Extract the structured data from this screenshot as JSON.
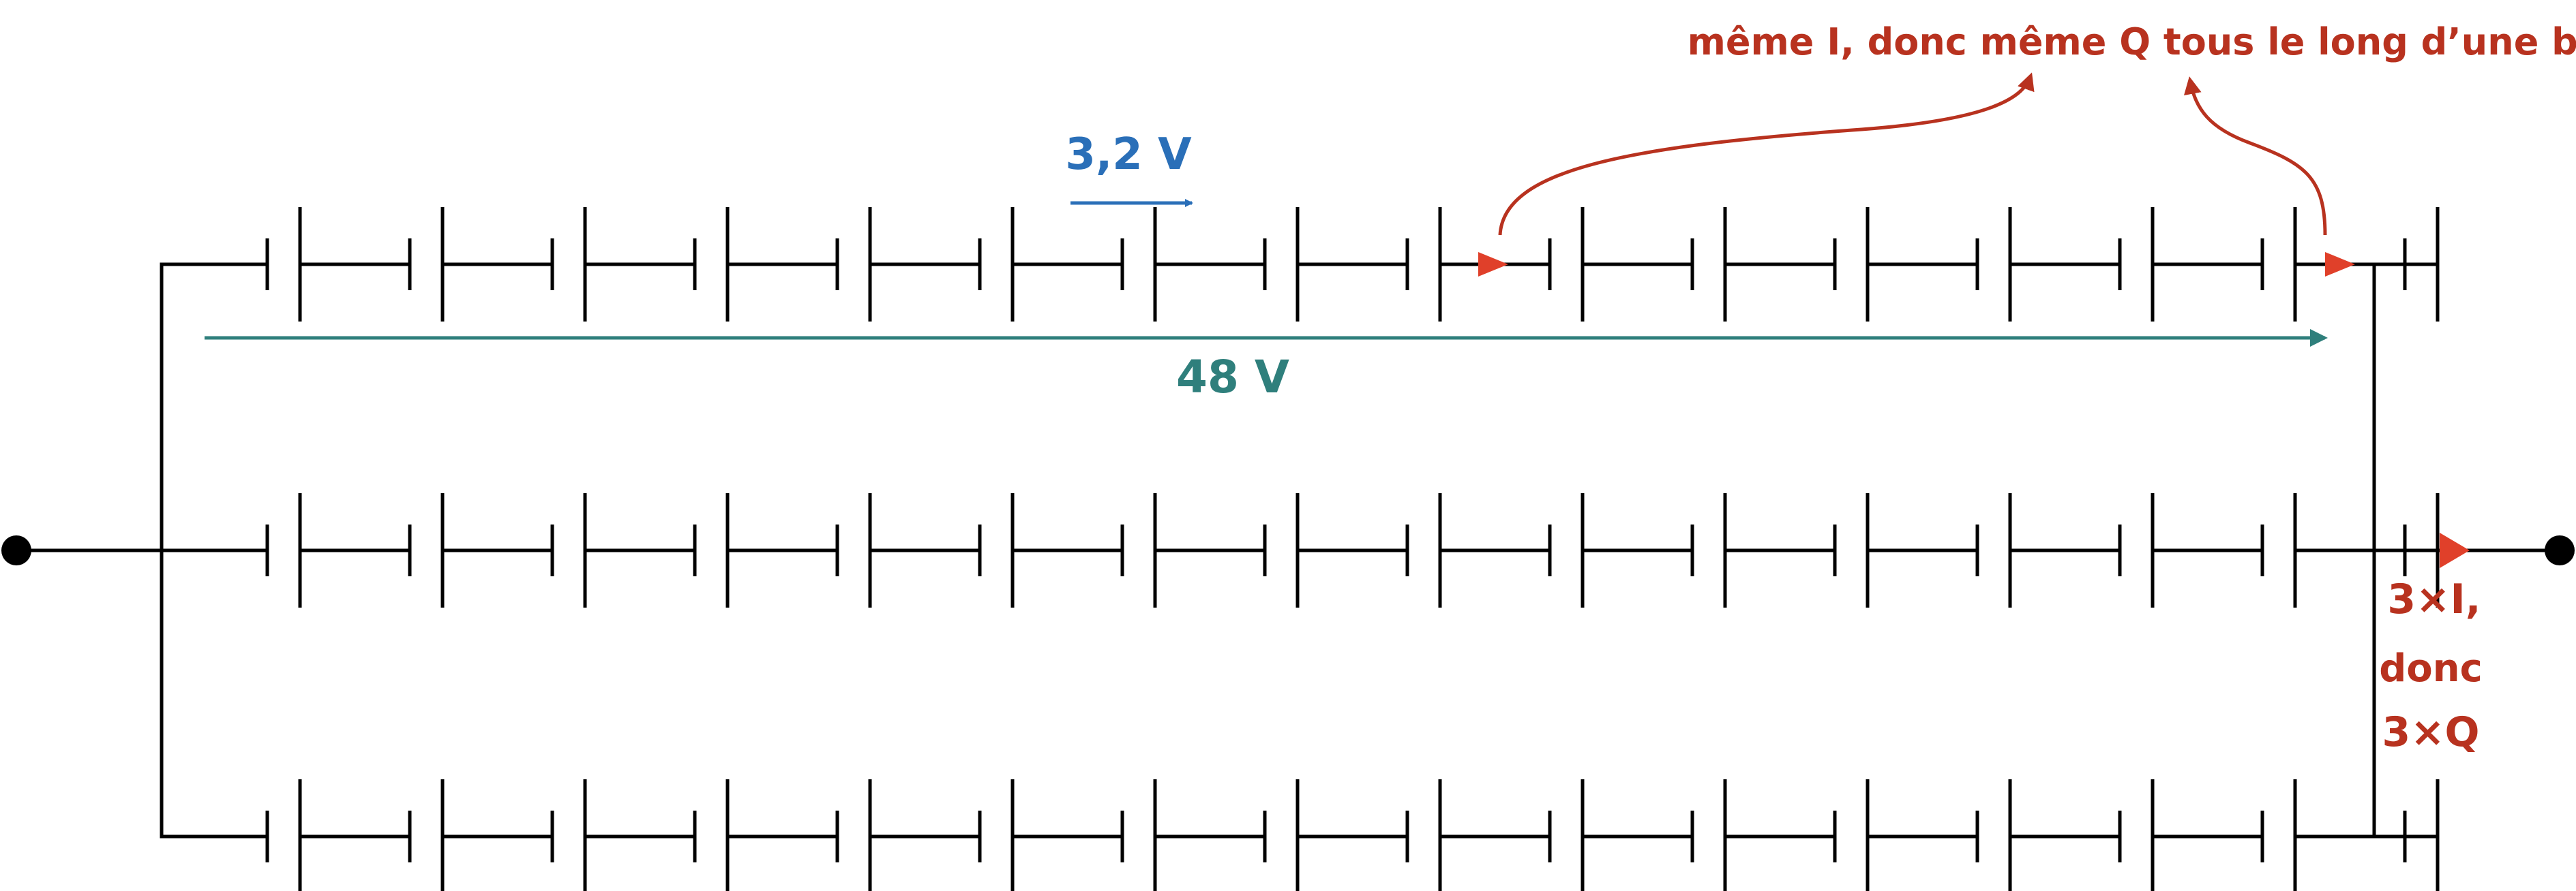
{
  "diagram": {
    "cells_per_branch": 16,
    "branch_count": 3,
    "annotations": {
      "cell_voltage": "3,2 V",
      "branch_voltage": "48 V",
      "same_current_note": "même I, donc même Q tous le long d’une branche",
      "total_current_line1": "3×I,",
      "total_current_line2": "donc",
      "total_current_line3": "3×Q"
    },
    "colors": {
      "wire": "#000000",
      "cell_voltage": "#2a6fb8",
      "branch_voltage": "#2f7f7c",
      "current_note": "#b8321f",
      "current_arrow": "#e0402a"
    }
  }
}
